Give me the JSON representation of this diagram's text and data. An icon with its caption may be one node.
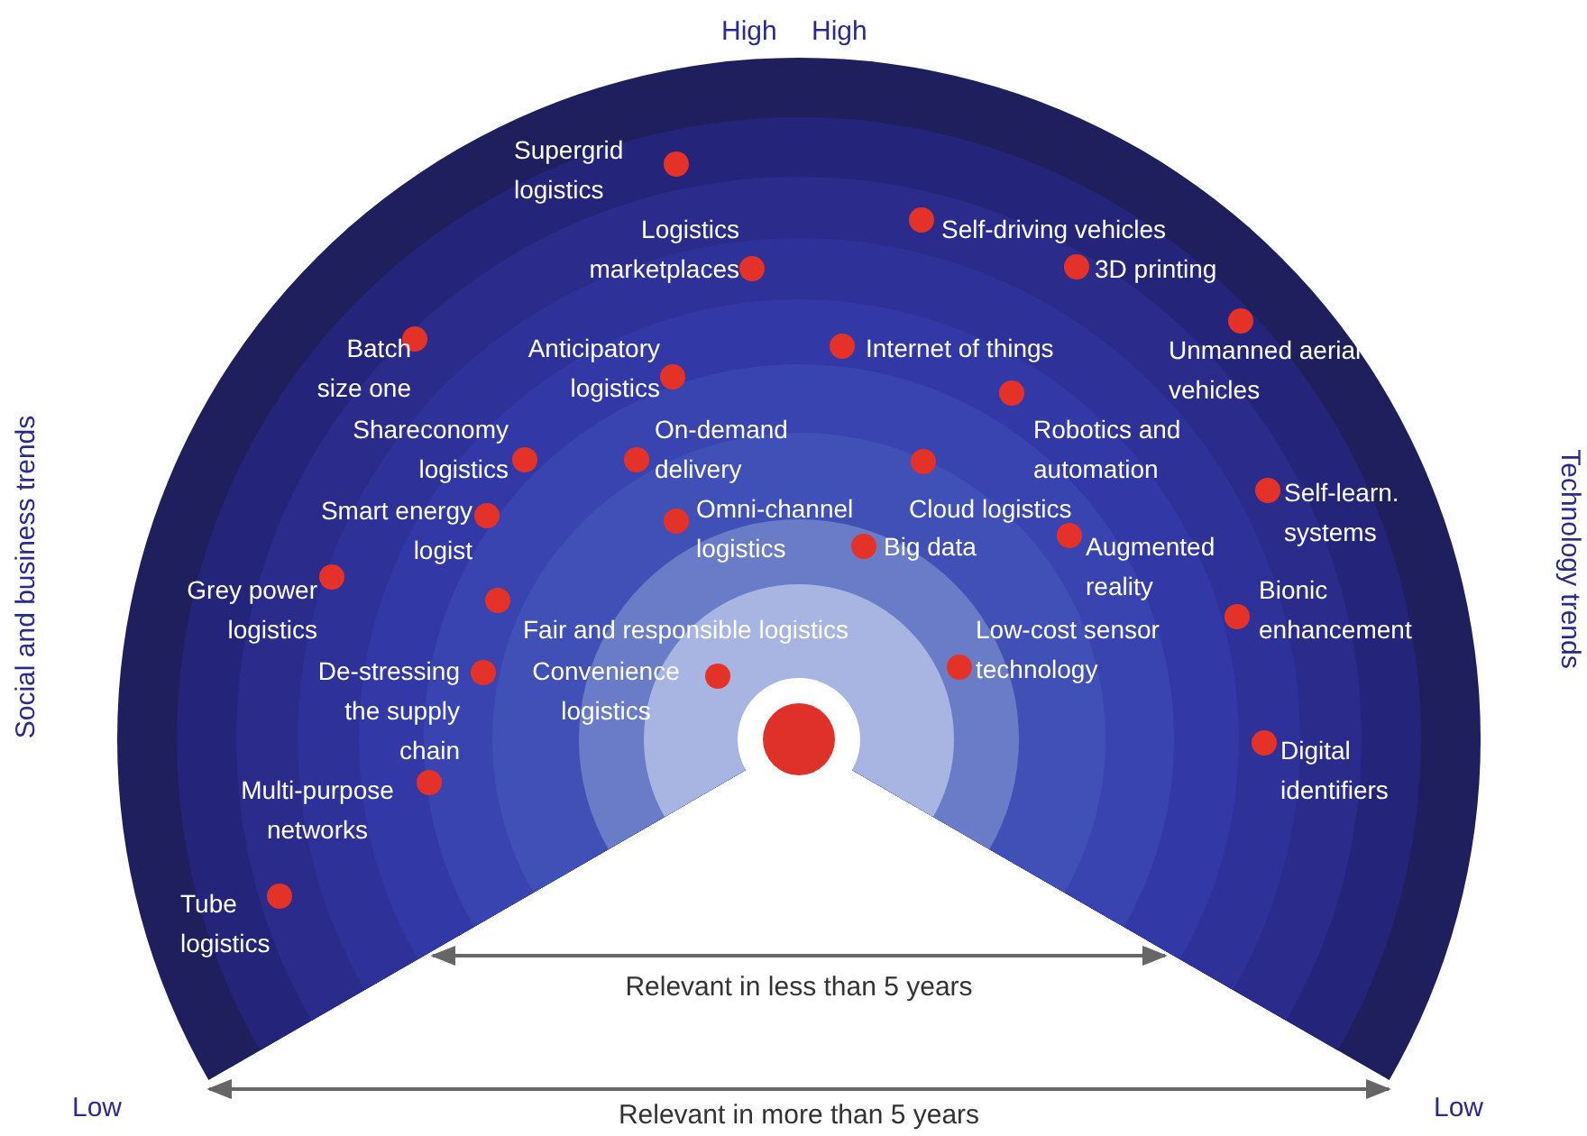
{
  "diagram": {
    "labels": [
      "High",
      "High",
      "Social and business trends",
      "Technology trends",
      "Supergrid logistics",
      "Logistics marketplaces",
      "Self-driving vehicles",
      "3D printing",
      "Batch size one",
      "Anticipatory logistics",
      "Internet of things",
      "Unmanned aerial vehicles",
      "Shareconomy logistics",
      "On-demand delivery",
      "Robotics and automation",
      "Smart energy logist",
      "Omni-channel logistics",
      "Cloud logistics",
      "Self-learn. systems",
      "Big data",
      "Augmented reality",
      "Grey power logistics",
      "Bionic enhancement",
      "Fair and responsible logistics",
      "Low-cost sensor technology",
      "De-stressing the supply chain",
      "Convenience logistics",
      "Digital identifiers",
      "Multi-purpose networks",
      "Tube logistics",
      "Relevant in less than 5 years",
      "Low",
      "Low",
      "Relevant in more than 5 years"
    ]
  }
}
